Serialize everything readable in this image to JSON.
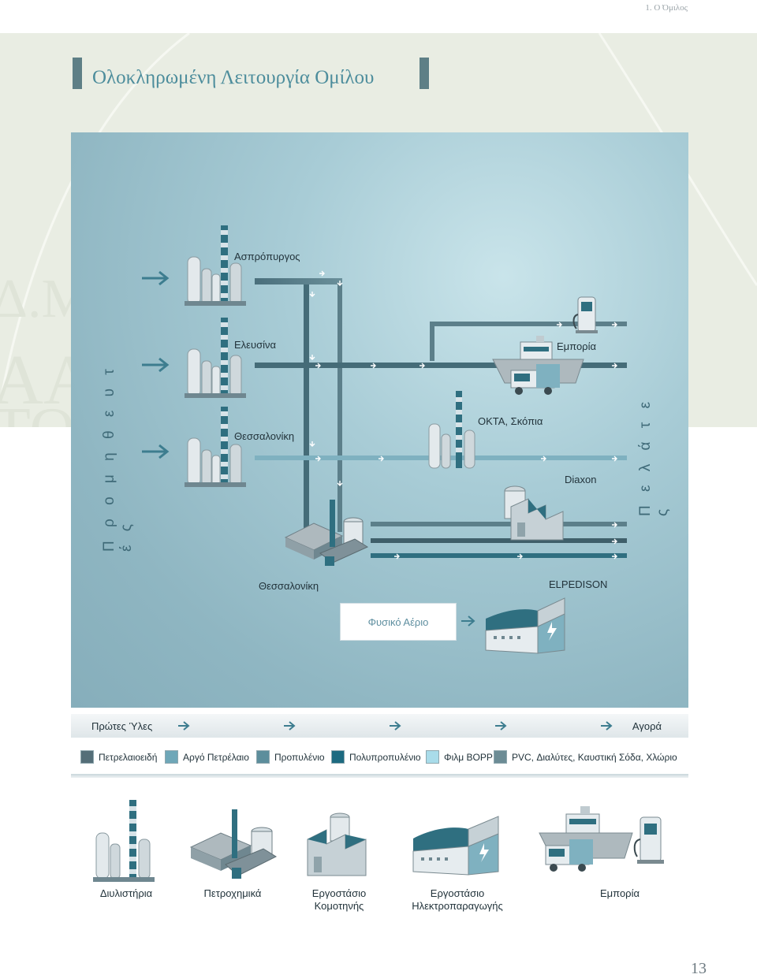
{
  "header": {
    "reference": "1. Ο Όμιλος"
  },
  "page": {
    "title": "Ολοκληρωμένη Λειτουργία Ομίλου",
    "number": "13"
  },
  "diagram": {
    "side_left": "Π ρ ο μ η θ ε υ τ έ ς",
    "side_right": "Π ε λ ά τ ε ς",
    "refineries": {
      "aspropyrgos": "Ασπρόπυργος",
      "elefsina": "Ελευσίνα",
      "thessaloniki": "Θεσσαλονίκη"
    },
    "okta": "OKTA, Σκόπια",
    "emporia": "Εμπορία",
    "diaxon": "Diaxon",
    "petrochem_thessaloniki": "Θεσσαλονίκη",
    "elpedison": "ELPEDISON",
    "natural_gas": "Φυσικό Αέριο",
    "raw_materials": "Πρώτες Ύλες",
    "market": "Αγορά"
  },
  "legend": [
    {
      "label": "Πετρελαιοειδή",
      "color": "#546e78"
    },
    {
      "label": "Αργό Πετρέλαιο",
      "color": "#6fa7b8"
    },
    {
      "label": "Προπυλένιο",
      "color": "#5d8e9c"
    },
    {
      "label": "Πολυπροπυλένιο",
      "color": "#1d6a80"
    },
    {
      "label": "Φιλμ BOPP",
      "color": "#a9dcea"
    },
    {
      "label": "PVC, Διαλύτες, Καυστική Σόδα, Χλώριο",
      "color": "#6c8c95"
    }
  ],
  "bottom_icons": [
    {
      "label": "Διυλιστήρια"
    },
    {
      "label": "Πετροχημικά"
    },
    {
      "label_line1": "Εργοστάσιο",
      "label_line2": "Κομοτηνής"
    },
    {
      "label_line1": "Εργοστάσιο",
      "label_line2": "Ηλεκτροπαραγωγής"
    },
    {
      "label": "Εμπορία"
    }
  ],
  "colors": {
    "teal_dark": "#2f6f80",
    "slate": "#546e78",
    "teal_light": "#6fa7b8",
    "cyan_light": "#a9dcea",
    "title_blue": "#4d8d9c"
  }
}
